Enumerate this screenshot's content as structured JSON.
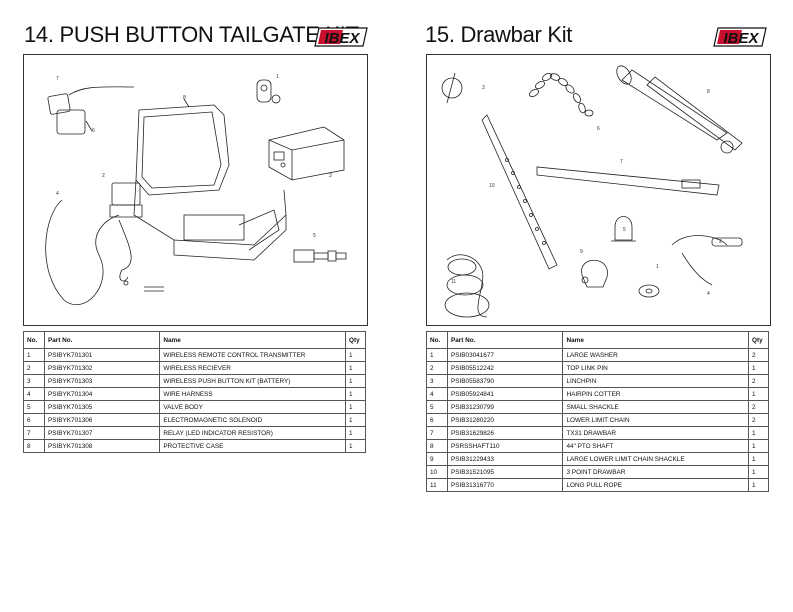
{
  "left": {
    "title": "14. PUSH BUTTON TAILGATE KIT",
    "logo": "IBEX",
    "columns": [
      "No.",
      "Part No.",
      "Name",
      "Qty"
    ],
    "rows": [
      [
        "1",
        "PSIBYK701301",
        "WIRELESS REMOTE CONTROL TRANSMITTER",
        "1"
      ],
      [
        "2",
        "PSIBYK701302",
        "WIRELESS RECIEVER",
        "1"
      ],
      [
        "3",
        "PSIBYK701303",
        "WIRELESS PUSH BUTTON KIT (BATTERY)",
        "1"
      ],
      [
        "4",
        "PSIBYK701304",
        "WIRE HARNESS",
        "1"
      ],
      [
        "5",
        "PSIBYK701305",
        "VALVE BODY",
        "1"
      ],
      [
        "6",
        "PSIBYK701306",
        "ELECTROMAGNETIC SOLENOID",
        "1"
      ],
      [
        "7",
        "PSIBYK701307",
        "RELAY (LED INDICATOR RESISTOR)",
        "1"
      ],
      [
        "8",
        "PSIBYK701308",
        "PROTECTIVE CASE",
        "1"
      ]
    ],
    "callouts": [
      "1",
      "2",
      "3",
      "4",
      "5",
      "6",
      "7",
      "8"
    ]
  },
  "right": {
    "title": "15. Drawbar Kit",
    "logo": "IBEX",
    "columns": [
      "No.",
      "Part No.",
      "Name",
      "Qty"
    ],
    "rows": [
      [
        "1",
        "PSIB03041677",
        "LARGE WASHER",
        "2"
      ],
      [
        "2",
        "PSIB05512242",
        "TOP LINK PIN",
        "1"
      ],
      [
        "3",
        "PSIB05583790",
        "LINCHPIN",
        "2"
      ],
      [
        "4",
        "PSIB05924841",
        "HAIRPIN COTTER",
        "1"
      ],
      [
        "5",
        "PSIB31230799",
        "SMALL SHACKLE",
        "2"
      ],
      [
        "6",
        "PSIB31280220",
        "LOWER LIMIT CHAIN",
        "2"
      ],
      [
        "7",
        "PSIB31629826",
        "TX31 DRAWBAR",
        "1"
      ],
      [
        "8",
        "PSRSSHAFT110",
        "44\" PTO SHAFT",
        "1"
      ],
      [
        "9",
        "PSIB31229433",
        "LARGE LOWER LIMIT CHAIN SHACKLE",
        "1"
      ],
      [
        "10",
        "PSIB31521095",
        "3 POINT DRAWBAR",
        "1"
      ],
      [
        "11",
        "PSIB31316770",
        "LONG PULL ROPE",
        "1"
      ]
    ],
    "callouts": [
      "1",
      "2",
      "3",
      "4",
      "5",
      "6",
      "7",
      "8",
      "9",
      "10",
      "11"
    ]
  }
}
